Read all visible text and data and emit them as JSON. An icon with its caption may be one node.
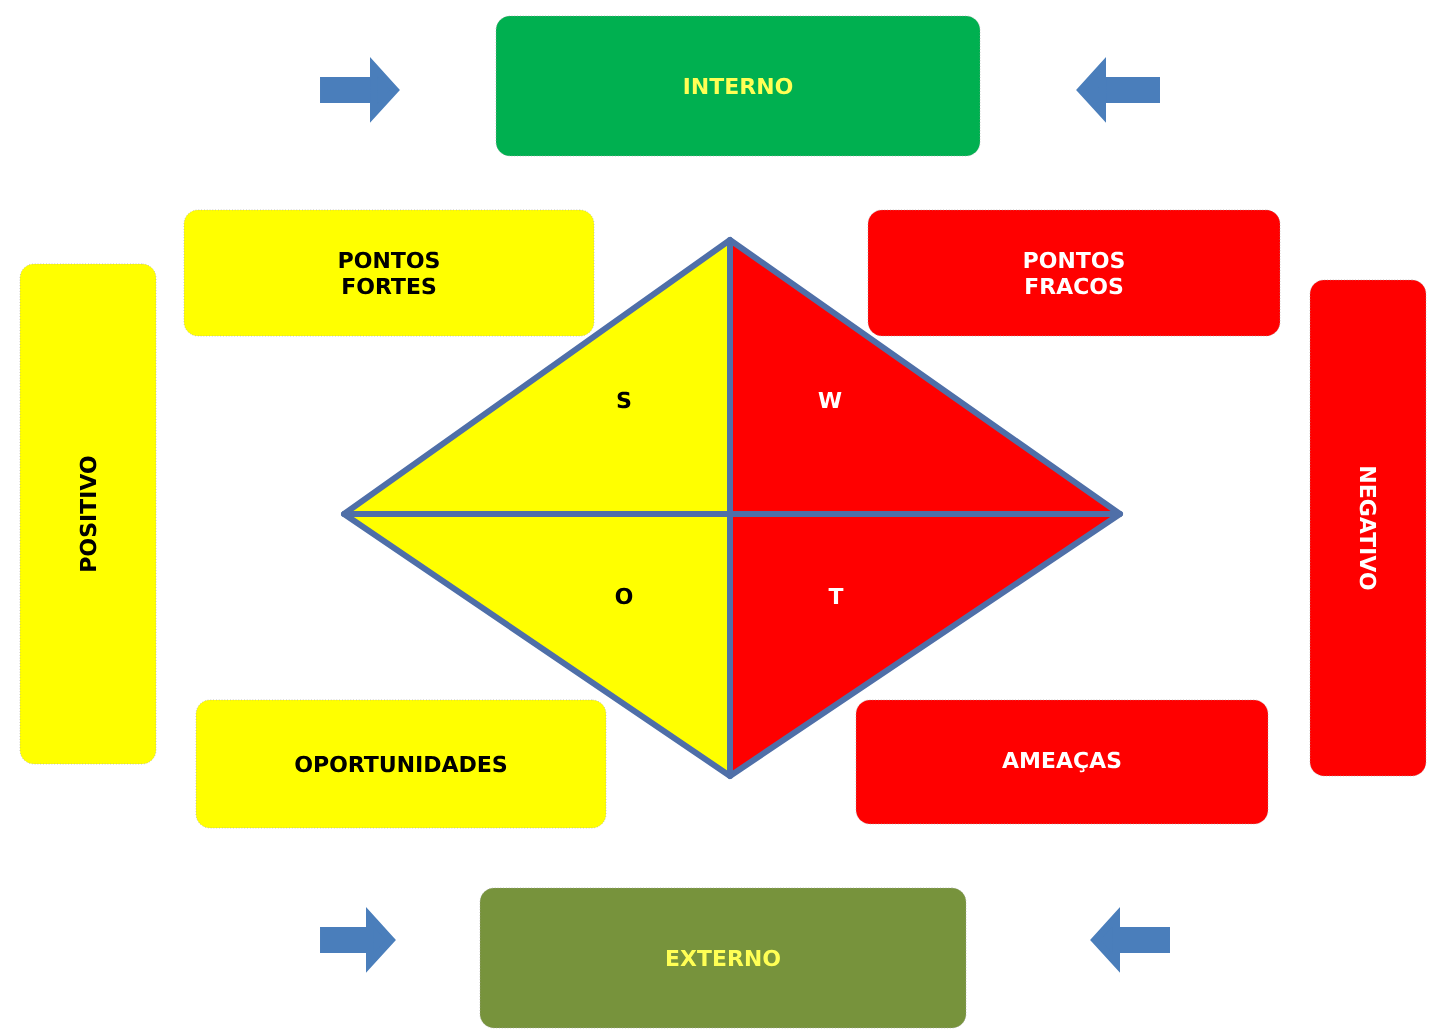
{
  "diagram": {
    "nodes": [
      {
        "text": [
          "INTERNO"
        ]
      },
      {
        "text": [
          "PONTOS FORTES"
        ]
      },
      {
        "text": [
          "PONTOS FRACOS"
        ]
      },
      {
        "text": [
          "POSITIVO"
        ]
      },
      {
        "text": [
          "NEGATIVO"
        ]
      },
      {
        "text": [
          "S"
        ]
      },
      {
        "text": [
          "W"
        ]
      },
      {
        "text": [
          "O"
        ]
      },
      {
        "text": [
          "T"
        ]
      },
      {
        "text": [
          "OPORTUNIDADES"
        ]
      },
      {
        "text": [
          "AMEAÇAS"
        ]
      },
      {
        "text": [
          "EXTERNO"
        ]
      }
    ]
  }
}
